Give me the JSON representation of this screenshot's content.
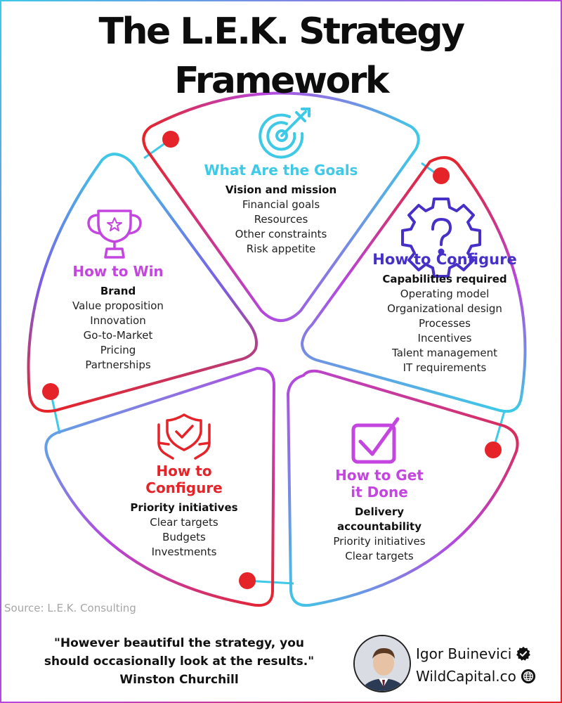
{
  "title": "The L.E.K. Strategy Framework",
  "segments": {
    "goals": {
      "heading": "What Are the Goals",
      "subtitle": "Vision and mission",
      "items": [
        "Financial goals",
        "Resources",
        "Other constraints",
        "Risk appetite"
      ],
      "color": "#3ec9e6",
      "icon": "target-icon"
    },
    "configure_right": {
      "heading": "How to Configure",
      "subtitle": "Capabilities required",
      "items": [
        "Operating model",
        "Organizational design",
        "Processes",
        "Incentives",
        "Talent management",
        "IT requirements"
      ],
      "color": "#4630c8",
      "icon": "question-gear-icon"
    },
    "done": {
      "heading_lines": [
        "How to Get",
        "it Done"
      ],
      "subtitle_lines": [
        "Delivery",
        "accountability"
      ],
      "items": [
        "Priority initiatives",
        "Clear targets"
      ],
      "color": "#c445e0",
      "icon": "checkbox-icon"
    },
    "configure_left": {
      "heading_lines": [
        "How to",
        "Configure"
      ],
      "subtitle": "Priority initiatives",
      "items": [
        "Clear targets",
        "Budgets",
        "Investments"
      ],
      "color": "#e5242a",
      "icon": "shield-hands-icon"
    },
    "win": {
      "heading": "How to Win",
      "subtitle": "Brand",
      "items": [
        "Value proposition",
        "Innovation",
        "Go-to-Market",
        "Pricing",
        "Partnerships"
      ],
      "color": "#c445e0",
      "icon": "trophy-icon"
    }
  },
  "source": "Source: L.E.K. Consulting",
  "quote": {
    "lines": [
      "\"However beautiful the strategy, you",
      "should occasionally look at the results.\""
    ],
    "author": "Winston Churchill"
  },
  "profile": {
    "name": "Igor Buinevici",
    "site": "WildCapital.co"
  },
  "colors": {
    "red": "#e5242a",
    "cyan": "#3ec9e6",
    "purple": "#b547e0",
    "indigo": "#4630c8"
  }
}
